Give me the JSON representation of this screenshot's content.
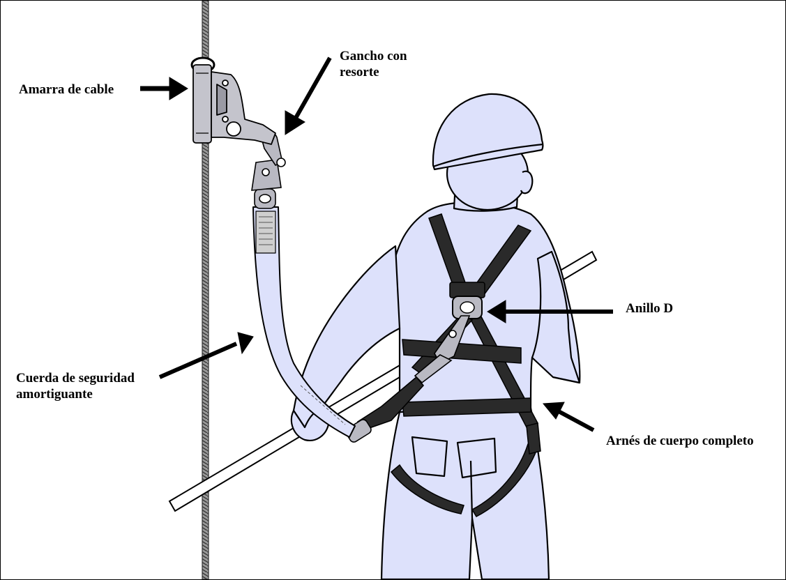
{
  "labels": {
    "amarra": "Amarra de cable",
    "gancho_1": "Gancho con",
    "gancho_2": "resorte",
    "anillo": "Anillo D",
    "cuerda_1": "Cuerda de seguridad",
    "cuerda_2": "amortiguante",
    "arnes": "Arnés de cuerpo completo"
  },
  "colors": {
    "fill": "#dde1fb",
    "line": "#000000",
    "strap": "#2a2a2a",
    "metal": "#b9b9c2",
    "cable": "#6e6e6e"
  }
}
